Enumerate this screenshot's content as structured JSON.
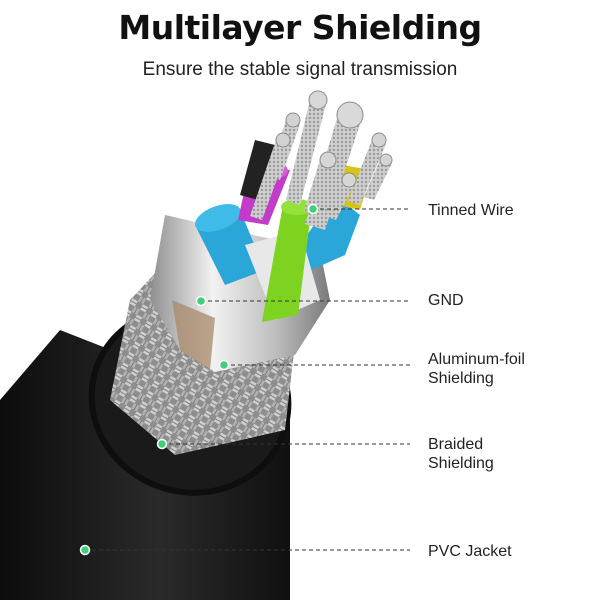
{
  "header": {
    "title": "Multilayer Shielding",
    "subtitle": "Ensure the stable signal transmission"
  },
  "callouts": {
    "tinned_wire": "Tinned Wire",
    "gnd": "GND",
    "aluminum_foil": [
      "Aluminum-foil",
      "Shielding"
    ],
    "braided": [
      "Braided",
      "Shielding"
    ],
    "pvc_jacket": "PVC Jacket"
  },
  "colors": {
    "marker": "#3fd07a",
    "jacket": "#1c1c1c",
    "foil": "#c9c9c9",
    "wire_green": "#7ed321",
    "wire_blue": "#2aa7d8",
    "wire_magenta": "#c23bc9",
    "wire_yellow": "#d9c31a"
  }
}
